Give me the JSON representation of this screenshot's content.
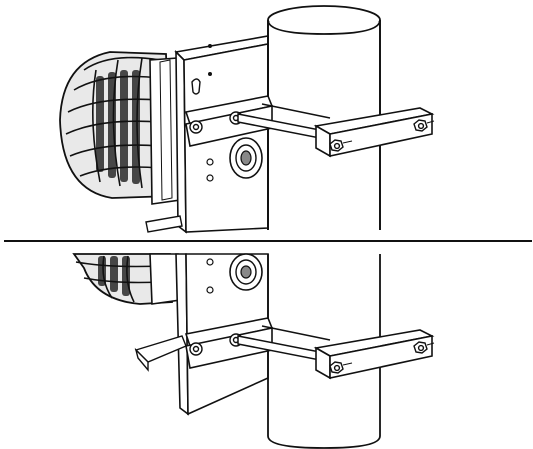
{
  "figure": {
    "description_type": "line-art",
    "colors": {
      "ink": "#111111",
      "paper": "#ffffff",
      "shade": "#9a9a9a"
    },
    "views": [
      {
        "name": "upper-view"
      },
      {
        "name": "lower-view"
      }
    ]
  }
}
